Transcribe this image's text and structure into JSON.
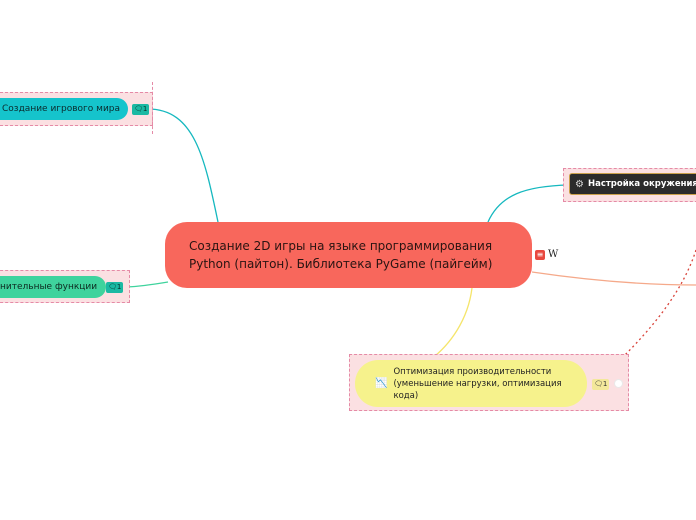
{
  "center": {
    "line1": "Создание 2D игры на языке программирования",
    "line2": "Python (пайтон).   Библиотека PyGame (пайгейм)",
    "menu_icon": "menu-icon",
    "link_label": "W"
  },
  "nodes": {
    "world": {
      "label": "Создание игрового мира",
      "comments": "1",
      "color": "#15c4cc"
    },
    "extra": {
      "label": "нительные функции",
      "comments": "1",
      "color": "#3fd39d"
    },
    "env": {
      "label": "Настройка окружения",
      "icon": "gear-icon",
      "color": "#2b2b2b"
    },
    "opt": {
      "line1": "Оптимизация производительности",
      "line2": "(уменьшение нагрузки, оптимизация",
      "line3": "кода)",
      "comments": "1",
      "icon": "chart-icon",
      "color": "#f6f28c"
    }
  },
  "colors": {
    "center": "#f8675c",
    "frame": "#fbe0e2",
    "frame_border": "#e58aa6",
    "link_world": "#15b8bf",
    "link_extra": "#3fd39d",
    "link_env": "#15b8bf",
    "link_opt": "#f5e56b",
    "link_right": "#f5a98a",
    "relation": "#d9433a"
  }
}
